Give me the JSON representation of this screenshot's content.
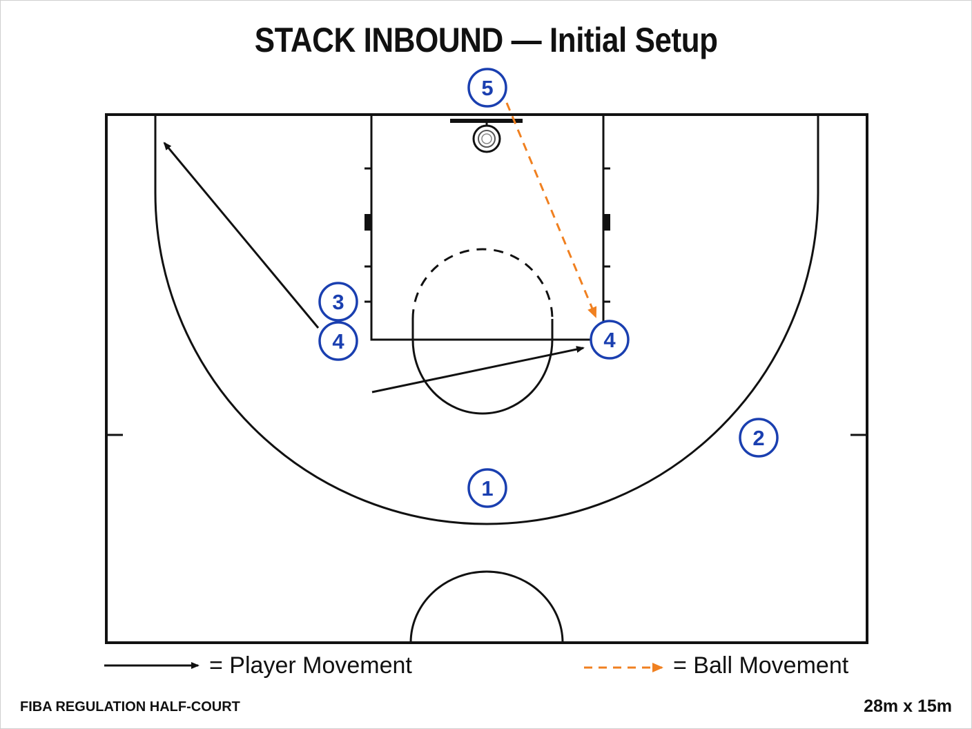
{
  "title": "STACK INBOUND — Initial Setup",
  "colors": {
    "lines": "#111111",
    "player": "#1a3fb0",
    "ball_movement": "#f08020",
    "background": "#ffffff"
  },
  "players": {
    "inbounder": "5",
    "stack_top": "3",
    "stack_bottom": "4",
    "cutter_final": "4",
    "wing": "2",
    "point": "1"
  },
  "legend": {
    "player_movement": "= Player Movement",
    "ball_movement": "= Ball Movement"
  },
  "footer": {
    "left": "FIBA  REGULATION HALF-COURT",
    "right": "28m x 15m"
  }
}
